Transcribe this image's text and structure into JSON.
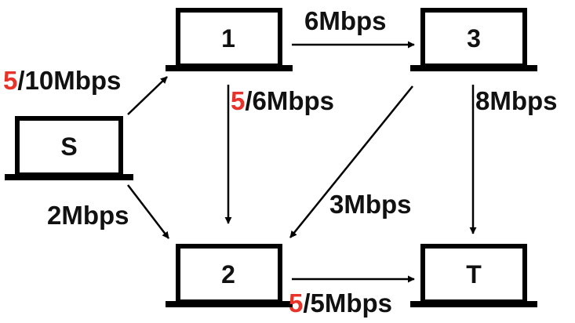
{
  "colors": {
    "stroke": "#000000",
    "text": "#111111",
    "flow": "#e8332a",
    "background": "#ffffff"
  },
  "nodes": {
    "s": "S",
    "n1": "1",
    "n2": "2",
    "n3": "3",
    "t": "T"
  },
  "edges": {
    "s_1": {
      "flow": "5",
      "capacity": "/10Mbps"
    },
    "s_2": {
      "capacity": "2Mbps"
    },
    "n1_3": {
      "capacity": "6Mbps"
    },
    "n1_2": {
      "flow": "5",
      "capacity": "/6Mbps"
    },
    "n3_2": {
      "capacity": "3Mbps"
    },
    "n3_t": {
      "capacity": "8Mbps"
    },
    "n2_t": {
      "flow": "5",
      "capacity": "/5Mbps"
    }
  }
}
